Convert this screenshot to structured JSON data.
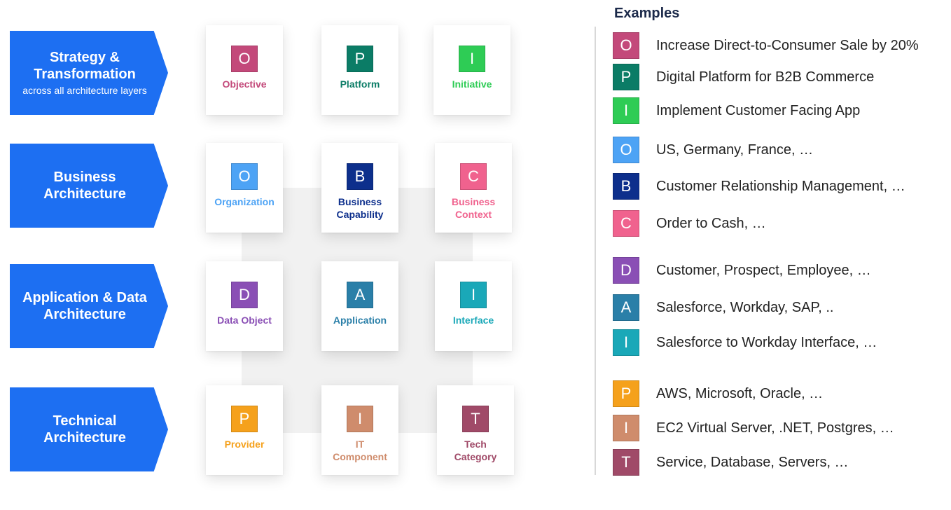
{
  "layers": [
    {
      "title": "Strategy &\nTransformation",
      "subtitle": "across all architecture layers"
    },
    {
      "title": "Business\nArchitecture",
      "subtitle": ""
    },
    {
      "title": "Application & Data\nArchitecture",
      "subtitle": ""
    },
    {
      "title": "Technical\nArchitecture",
      "subtitle": ""
    }
  ],
  "cards": [
    {
      "letter": "O",
      "label": "Objective",
      "color": "#c3497a"
    },
    {
      "letter": "P",
      "label": "Platform",
      "color": "#0b7c66"
    },
    {
      "letter": "I",
      "label": "Initiative",
      "color": "#2ecc55"
    },
    {
      "letter": "O",
      "label": "Organization",
      "color": "#4da3f5"
    },
    {
      "letter": "B",
      "label": "Business\nCapability",
      "color": "#0d2f8c"
    },
    {
      "letter": "C",
      "label": "Business\nContext",
      "color": "#f0628e"
    },
    {
      "letter": "D",
      "label": "Data Object",
      "color": "#8a4fb5"
    },
    {
      "letter": "A",
      "label": "Application",
      "color": "#2a7fa8"
    },
    {
      "letter": "I",
      "label": "Interface",
      "color": "#1aa8b8"
    },
    {
      "letter": "P",
      "label": "Provider",
      "color": "#f5a11c"
    },
    {
      "letter": "I",
      "label": "IT\nComponent",
      "color": "#cf8c6c"
    },
    {
      "letter": "T",
      "label": "Tech\nCategory",
      "color": "#a04a68"
    }
  ],
  "examples_title": "Examples",
  "examples": [
    {
      "letter": "O",
      "color": "#c3497a",
      "text": "Increase Direct-to-Consumer Sale by 20%"
    },
    {
      "letter": "P",
      "color": "#0b7c66",
      "text": "Digital Platform for B2B Commerce"
    },
    {
      "letter": "I",
      "color": "#2ecc55",
      "text": "Implement Customer Facing App"
    },
    {
      "letter": "O",
      "color": "#4da3f5",
      "text": "US, Germany, France, …"
    },
    {
      "letter": "B",
      "color": "#0d2f8c",
      "text": "Customer Relationship Management, …"
    },
    {
      "letter": "C",
      "color": "#f0628e",
      "text": "Order to Cash, …"
    },
    {
      "letter": "D",
      "color": "#8a4fb5",
      "text": "Customer, Prospect, Employee, …"
    },
    {
      "letter": "A",
      "color": "#2a7fa8",
      "text": "Salesforce, Workday, SAP, .."
    },
    {
      "letter": "I",
      "color": "#1aa8b8",
      "text": "Salesforce to Workday Interface, …"
    },
    {
      "letter": "P",
      "color": "#f5a11c",
      "text": "AWS, Microsoft, Oracle, …"
    },
    {
      "letter": "I",
      "color": "#cf8c6c",
      "text": "EC2 Virtual Server, .NET, Postgres, …"
    },
    {
      "letter": "T",
      "color": "#a04a68",
      "text": "Service, Database, Servers, …"
    }
  ]
}
